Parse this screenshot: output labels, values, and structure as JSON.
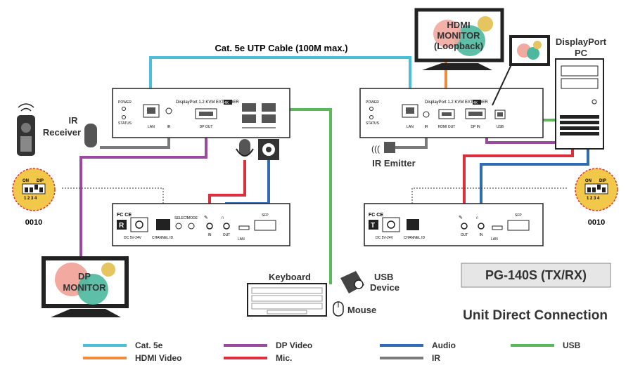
{
  "labels": {
    "cable": "Cat. 5e UTP Cable (100M max.)",
    "hdmi_monitor": [
      "HDMI",
      "MONITOR",
      "(Loopback)"
    ],
    "dp_pc": [
      "DisplayPort",
      "PC"
    ],
    "ir_receiver": [
      "IR",
      "Receiver"
    ],
    "ir_emitter": "IR Emitter",
    "dp_monitor": [
      "DP",
      "MONITOR"
    ],
    "keyboard": "Keyboard",
    "mouse": "Mouse",
    "usb_device": [
      "USB",
      "Device"
    ],
    "model": "PG-140S (TX/RX)",
    "connection": "Unit Direct Connection",
    "dip_code_left": "0010",
    "dip_code_right": "0010",
    "dip_on": "ON",
    "dip_word": "DIP",
    "dip_numbers": "1 2 3 4"
  },
  "tx_front": {
    "power": "POWER",
    "status": "STATUS",
    "title": "DisplayPort 1.2 KVM EXTENDER",
    "k4": "4K",
    "lan": "LAN",
    "ir": "IR",
    "dp_port": "DP OUT"
  },
  "rx_front": {
    "power": "POWER",
    "status": "STATUS",
    "title": "DisplayPort 1.2 KVM EXTENDER",
    "k4": "4K",
    "lan": "LAN",
    "ir": "IR",
    "hdmi_port": "HDMI OUT",
    "dp_port": "DP IN",
    "usb": "USB"
  },
  "tx_rear": {
    "badge": "R",
    "fc": "FC CE",
    "power": "DC 5V-24V",
    "channel": "CHANNEL ID",
    "select": "SELECT",
    "mode": "MODE",
    "in": "IN",
    "out": "OUT",
    "lan": "LAN",
    "sfp": "SFP"
  },
  "rx_rear": {
    "badge": "T",
    "fc": "FC CE",
    "power": "DC 5V-24V",
    "channel": "CHANNEL ID",
    "out": "OUT",
    "in": "IN",
    "lan": "LAN",
    "sfp": "SFP"
  },
  "legend": [
    {
      "label": "Cat. 5e",
      "color": "#4bbfd8"
    },
    {
      "label": "HDMI Video",
      "color": "#ef8b3a"
    },
    {
      "label": "DP Video",
      "color": "#9a4a9e"
    },
    {
      "label": "Mic.",
      "color": "#d9303a"
    },
    {
      "label": "Audio",
      "color": "#2f6cb4"
    },
    {
      "label": "IR",
      "color": "#7a7a7a"
    },
    {
      "label": "USB",
      "color": "#5cb85c"
    }
  ]
}
